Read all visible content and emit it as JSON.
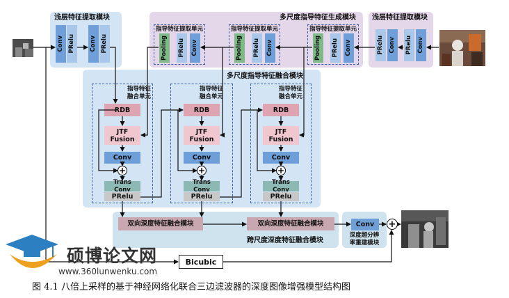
{
  "regions": {
    "shallow_left": "浅层特征提取模块",
    "shallow_right": "浅层特征提取模块",
    "multiscale_gen": "多尺度指导特征生成模块",
    "multiscale_fuse": "多尺度指导特征融合模块",
    "cross_scale": "跨尺度深度特征融合模块"
  },
  "extract_units": [
    "指导特征提取单元",
    "指导特征提取单元",
    "指导特征提取单元"
  ],
  "fusion_units": [
    "指导特征\n融合单元",
    "指导特征\n融合单元",
    "指导特征\n融合单元"
  ],
  "blocks": {
    "conv": "Conv",
    "prelu": "PRelu",
    "pooling": "Pooling",
    "rdb": "RDB",
    "jtf": "JTF\nFusion",
    "trans_conv": "Trans Conv",
    "bi_fuse": "双向深度特征融合模块",
    "recon": "深度超分辨\n率重建模块",
    "bicubic": "Bicubic"
  },
  "plus_symbol": "+",
  "caption": "图 4.1  八倍上采样的基于神经网络化联合三边滤波器的深度图像增强模型结构图",
  "watermark": {
    "text": "硕博论文网",
    "url": "www.360lunwenku.com"
  },
  "icons": [
    "depth-input-image",
    "color-guide-image",
    "depth-output-image",
    "graduation-cap-logo"
  ]
}
